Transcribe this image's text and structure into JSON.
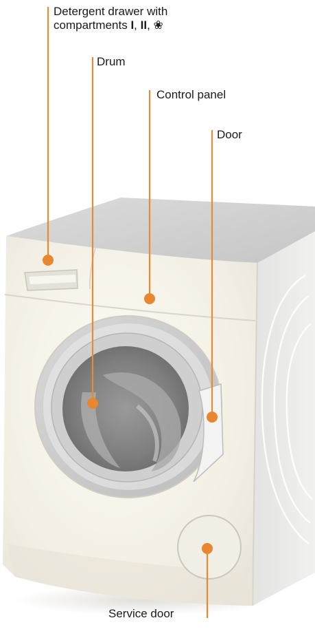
{
  "labels": {
    "detergent_drawer_line1": "Detergent drawer with",
    "detergent_drawer_line2_prefix": "compartments ",
    "compartment_1": "I",
    "separator_1": ", ",
    "compartment_2": "II",
    "separator_2": ", ",
    "compartment_3_symbol": "❀",
    "drum": "Drum",
    "control_panel": "Control panel",
    "door": "Door",
    "service_door": "Service door"
  },
  "colors": {
    "callout_line": "#e58a35",
    "callout_dot": "#e8872f",
    "body_front": "#f4f0e6",
    "body_side": "#e8e8e6",
    "top": "#d2d2d2",
    "drum": "#8a8a8a"
  }
}
